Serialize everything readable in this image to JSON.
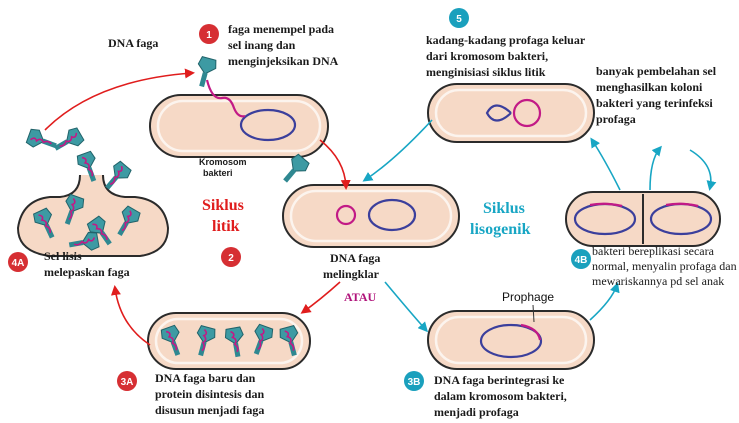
{
  "labels": {
    "dna_faga": "DNA faga",
    "step1": [
      "faga menempel pada",
      "sel inang dan",
      "menginjeksikan DNA"
    ],
    "kromosom": [
      "Kromosom",
      "bakteri"
    ],
    "siklus_litik": [
      "Siklus",
      "litik"
    ],
    "step2": [
      "DNA faga",
      "melingklar"
    ],
    "atau": "ATAU",
    "step4a": [
      "Sel lisis",
      "melepaskan faga"
    ],
    "step3a": [
      "DNA faga baru dan",
      "protein disintesis dan",
      "disusun menjadi faga"
    ],
    "step5": [
      "kadang-kadang profaga keluar",
      "dari kromosom bakteri,",
      "menginisiasi siklus litik"
    ],
    "banyak": [
      "banyak pembelahan sel",
      "menghasilkan koloni",
      "bakteri yang terinfeksi",
      "profaga"
    ],
    "siklus_lisogenik": [
      "Siklus",
      "lisogenik"
    ],
    "step4b": [
      "bakteri bereplikasi secara",
      "normal, menyalin profaga dan",
      "mewariskannya pd sel anak"
    ],
    "prophage": "Prophage",
    "step3b": [
      "DNA faga berintegrasi ke",
      "dalam kromosom bakteri,",
      "menjadi profaga"
    ]
  },
  "badges": {
    "b1": "1",
    "b2": "2",
    "b3a": "3A",
    "b4a": "4A",
    "b3b": "3B",
    "b4b": "4B",
    "b5": "5"
  },
  "colors": {
    "lytic": "#e01d1d",
    "lysogenic": "#18a6c4",
    "badge_red": "#d62f33",
    "badge_teal": "#1aa0bd",
    "cell_fill": "#f6d9c6",
    "chromosome": "#3b3f9c",
    "phage_dna": "#c21a86"
  }
}
